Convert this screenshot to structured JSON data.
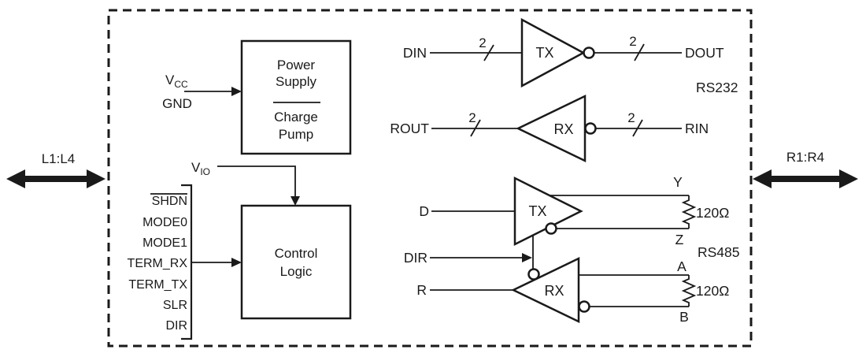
{
  "colors": {
    "ink": "#1a1a1a",
    "background": "#ffffff"
  },
  "chip": {
    "left_bus": {
      "label": "L1:L4"
    },
    "right_bus": {
      "label": "R1:R4"
    },
    "power_supply": {
      "line1": "Power",
      "line2": "Supply",
      "line3": "Charge",
      "line4": "Pump"
    },
    "control_logic": {
      "line1": "Control",
      "line2": "Logic"
    },
    "supply_pins": {
      "vcc_main": "V",
      "vcc_sub": "CC",
      "gnd": "GND",
      "vio_main": "V",
      "vio_sub": "IO"
    },
    "control_pins": [
      "SHDN",
      "MODE0",
      "MODE1",
      "TERM_RX",
      "TERM_TX",
      "SLR",
      "DIR"
    ],
    "rs232": {
      "label": "RS232",
      "tx": {
        "in": "DIN",
        "gate": "TX",
        "out": "DOUT",
        "bus_in": "2",
        "bus_out": "2"
      },
      "rx": {
        "out": "ROUT",
        "gate": "RX",
        "in": "RIN",
        "bus_out": "2",
        "bus_in": "2"
      }
    },
    "rs485": {
      "label": "RS485",
      "dir": "DIR",
      "tx": {
        "in": "D",
        "gate": "TX",
        "out_p": "Y",
        "out_n": "Z",
        "term": "120Ω"
      },
      "rx": {
        "out": "R",
        "gate": "RX",
        "in_p": "A",
        "in_n": "B",
        "term": "120Ω"
      }
    }
  }
}
